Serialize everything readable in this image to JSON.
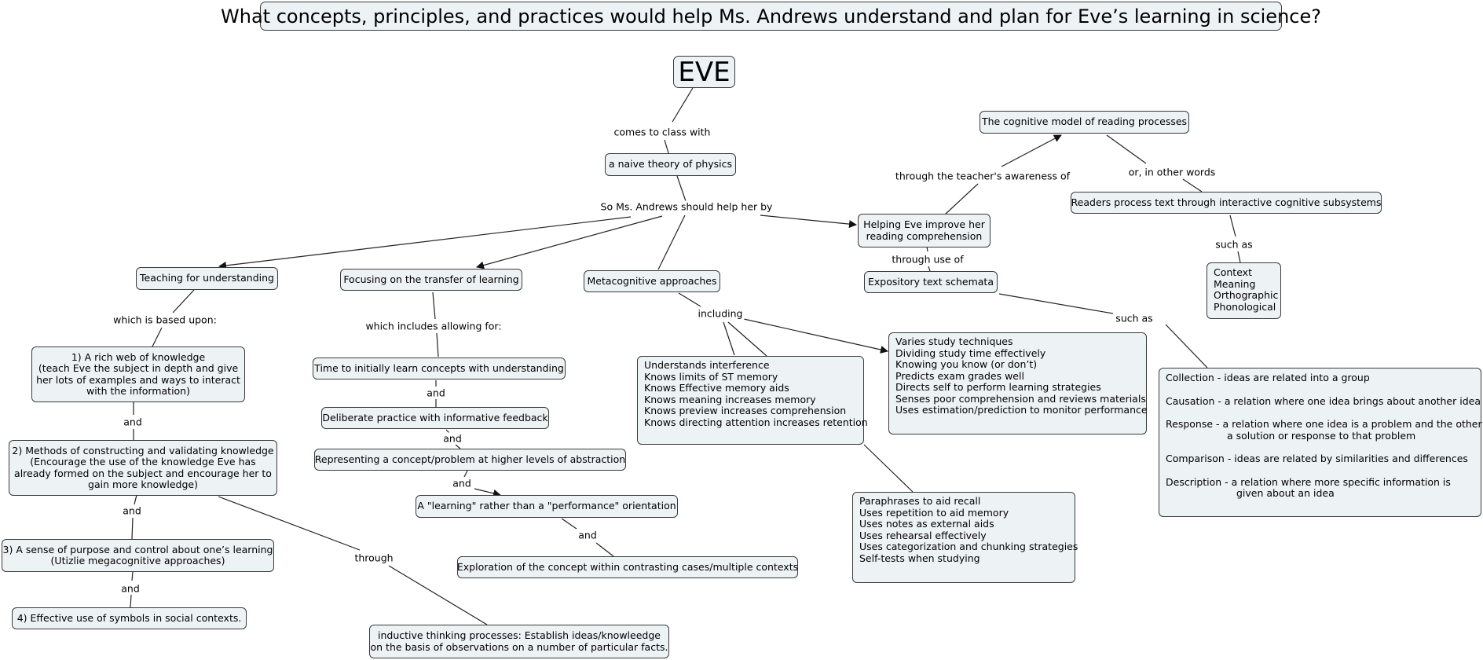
{
  "question": "What concepts, principles, and practices would help Ms. Andrews understand and plan for Eve’s learning in science?",
  "concepts": {
    "eve": "EVE",
    "naive_theory": "a naive theory of physics",
    "teaching": "Teaching for understanding",
    "transfer": "Focusing on the transfer of learning",
    "metacognitive": "Metacognitive approaches",
    "reading": [
      "Helping Eve improve her",
      "reading comprehension"
    ],
    "cognitive_model": "The cognitive model of reading processes",
    "readers_process": "Readers process text through interactive cognitive subsystems",
    "subsystems": [
      "Context",
      "Meaning",
      "Orthographic",
      "Phonological"
    ],
    "expository": "Expository text schemata",
    "rich_web": [
      "1) A rich web of knowledge",
      "(teach Eve the subject in depth and give",
      "her lots of examples and ways to interact",
      "with the information)"
    ],
    "methods": [
      "2) Methods of constructing and validating knowledge",
      "(Encourage the use of the knowledge Eve has",
      "already formed on the subject and encourage her to",
      "gain more knowledge)"
    ],
    "sense_purpose": [
      "3) A sense of purpose and control about one’s learning",
      "(Utizlie megacognitive approaches)"
    ],
    "symbols": "4) Effective use of symbols in social contexts.",
    "time_learn": "Time to initially learn concepts with understanding",
    "deliberate": "Deliberate practice with informative feedback",
    "representing": "Representing a concept/problem at higher levels of abstraction",
    "learning_orientation": "A \"learning\" rather than a \"performance\" orientation",
    "exploration": "Exploration of the concept within contrasting cases/multiple contexts",
    "inductive": [
      "inductive thinking processes: Establish ideas/knowleedge",
      "on the basis of observations on a number of particular facts."
    ],
    "knows": [
      "Understands interference",
      "Knows limits of ST memory",
      "Knows Effective memory aids",
      "Knows meaning increases memory",
      "Knows preview increases comprehension",
      "Knows directing attention increases retention"
    ],
    "varies": [
      "Varies study techniques",
      "Dividing study time effectively",
      "Knowing you know (or don’t)",
      "Predicts exam grades well",
      "Directs self to perform learning strategies",
      "Senses  poor comprehension and reviews materials",
      "Uses estimation/prediction to monitor performance"
    ],
    "paraphrases": [
      "Paraphrases to aid recall",
      "Uses repetition to aid memory",
      "Uses notes as external aids",
      "Uses rehearsal effectively",
      "Uses categorization and chunking strategies",
      "Self-tests when studying"
    ],
    "collection": "Collection - ideas are related into a group",
    "causation": "Causation - a relation where one idea brings about another idea",
    "response": [
      "Response - a relation where one idea is a problem and the other",
      "a solution or response to that problem"
    ],
    "comparison": "Comparison - ideas are related by similarities and differences",
    "description": [
      "Description - a relation where more specific information is",
      "given about an idea"
    ]
  },
  "links": {
    "comes_to_class": "comes to class with",
    "should_help": "So Ms. Andrews should help her by",
    "which_based": "which is based upon:",
    "which_includes": "which includes allowing for:",
    "including": "including",
    "through_awareness": "through the teacher's awareness of",
    "other_words": "or, in other words",
    "such_as_1": "such as",
    "through_use": "through use of",
    "such_as_2": "such as",
    "and_1": "and",
    "and_2": "and",
    "and_3": "and",
    "and_4": "and",
    "and_5": "and",
    "and_6": "and",
    "and_7": "and",
    "through": "through"
  },
  "colors": {
    "node_fill": "#edf2f4",
    "node_border": "#3a3a3a",
    "line": "#222222"
  }
}
